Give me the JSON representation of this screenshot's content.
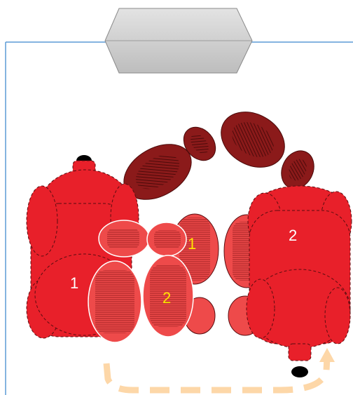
{
  "colors": {
    "border": "#5b9bd5",
    "box_top": "#d9d9d9",
    "box_bottom": "#c4c4c4",
    "robot_red": "#e8202a",
    "cube_red": "#ee4a4a",
    "dark_red": "#8b1a1a",
    "white_label": "#ffffff",
    "yellow_label": "#ffe600",
    "path": "#fdd7a8",
    "black": "#000000"
  },
  "labels": {
    "robot_left": "1",
    "robot_right": "2",
    "cube_one": "1",
    "cube_two": "2"
  }
}
